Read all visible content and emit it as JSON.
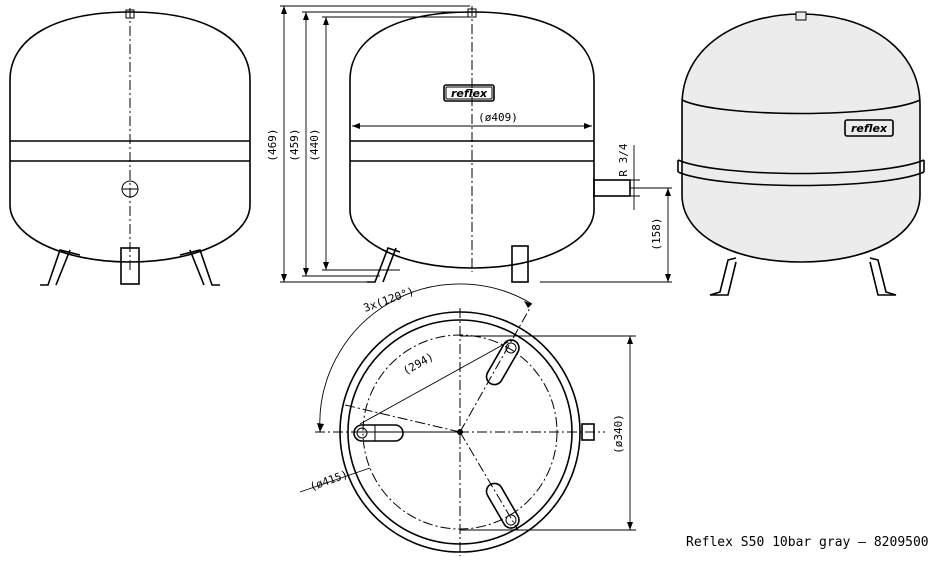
{
  "brand": {
    "logo_text": "reflex"
  },
  "dimensions": {
    "total_height": "(469)",
    "body_height": "(459)",
    "shell_height": "(440)",
    "diameter": "(ø409)",
    "connection": "R 3/4",
    "connection_height": "(158)",
    "foot_angle": "3x(120°)",
    "foot_spacing": "(294)",
    "foot_circle": "(ø415)",
    "bottom_diameter": "(ø340)"
  },
  "caption": "Reflex S50 10bar gray – 8209500",
  "colors": {
    "line": "#000000",
    "body_fill": "#ececec",
    "background": "#ffffff"
  }
}
